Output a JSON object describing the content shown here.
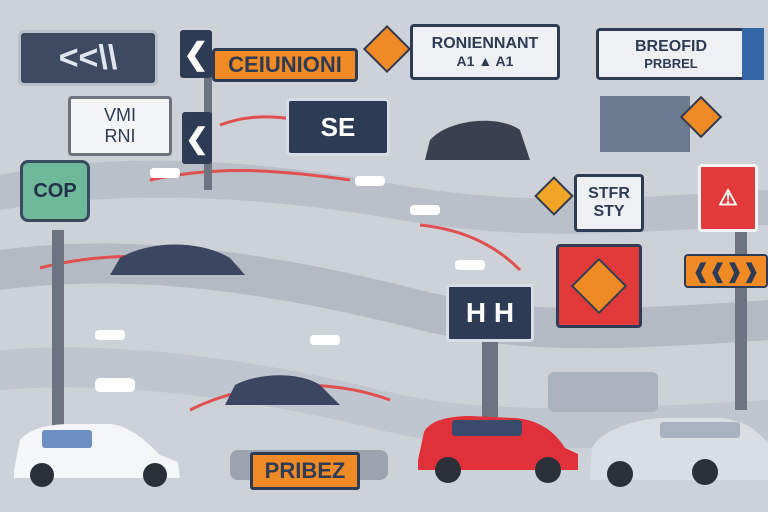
{
  "scene": {
    "description_tag": "",
    "signs": {
      "left_top_chevrons": "<<\\\\",
      "orange_banner": "CEIUNIONI",
      "white_vmi": "VMI",
      "white_rni": "RNI",
      "navy_se": "SE",
      "green_cop": "COP",
      "top_center_title": "RONIENNANT",
      "top_center_sub": "A1 ▲ A1",
      "top_right_title": "BREOFID",
      "top_right_sub": "PRBREL",
      "str_top": "STFR",
      "str_bottom": "STY",
      "navy_h": "H H",
      "bottom_orange": "PRIBEZ"
    },
    "colors": {
      "sky": "#cdd2d8",
      "navy": "#2e3b55",
      "orange": "#f08a24",
      "red": "#e23a3a",
      "green": "#6fb89a"
    }
  }
}
